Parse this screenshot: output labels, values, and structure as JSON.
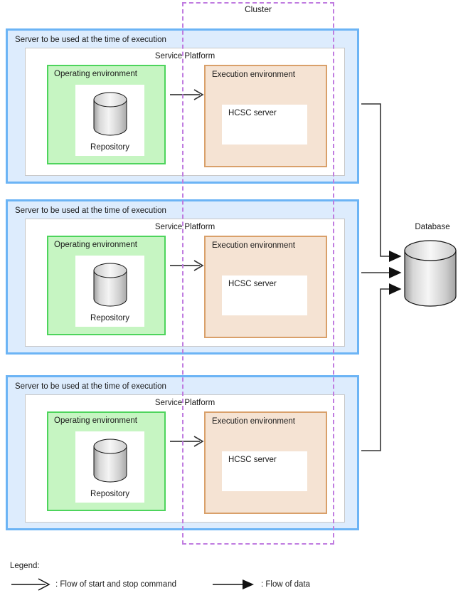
{
  "diagram": {
    "cluster": {
      "label": "Cluster"
    },
    "database": {
      "label": "Database",
      "icon": "cylinder-icon"
    },
    "servers": [
      {
        "label": "Server to be used at the time of execution",
        "platform": {
          "label": "Service Platform"
        },
        "operating_environment": {
          "label": "Operating environment",
          "repository": {
            "label": "Repository",
            "icon": "cylinder-icon"
          }
        },
        "execution_environment": {
          "label": "Execution environment",
          "hcsc": {
            "label": "HCSC server"
          }
        }
      },
      {
        "label": "Server to be used at the time of execution",
        "platform": {
          "label": "Service Platform"
        },
        "operating_environment": {
          "label": "Operating environment",
          "repository": {
            "label": "Repository",
            "icon": "cylinder-icon"
          }
        },
        "execution_environment": {
          "label": "Execution environment",
          "hcsc": {
            "label": "HCSC server"
          }
        }
      },
      {
        "label": "Server to be used at the time of execution",
        "platform": {
          "label": "Service Platform"
        },
        "operating_environment": {
          "label": "Operating environment",
          "repository": {
            "label": "Repository",
            "icon": "cylinder-icon"
          }
        },
        "execution_environment": {
          "label": "Execution environment",
          "hcsc": {
            "label": "HCSC server"
          }
        }
      }
    ]
  },
  "legend": {
    "title": "Legend:",
    "items": [
      {
        "arrow": "open-arrow-icon",
        "label": ": Flow of start and stop command"
      },
      {
        "arrow": "solid-arrow-icon",
        "label": ": Flow of data"
      }
    ]
  },
  "colors": {
    "server_fill": "#ddecfd",
    "server_border": "#6cb4f5",
    "platform_fill": "#ffffff",
    "platform_border": "#c8c8c8",
    "operating_fill": "#c6f5c2",
    "operating_border": "#4dd45c",
    "execution_fill": "#f5e3d3",
    "execution_border": "#d9a06a",
    "cluster_border": "#c07ce0",
    "line": "#404040"
  }
}
